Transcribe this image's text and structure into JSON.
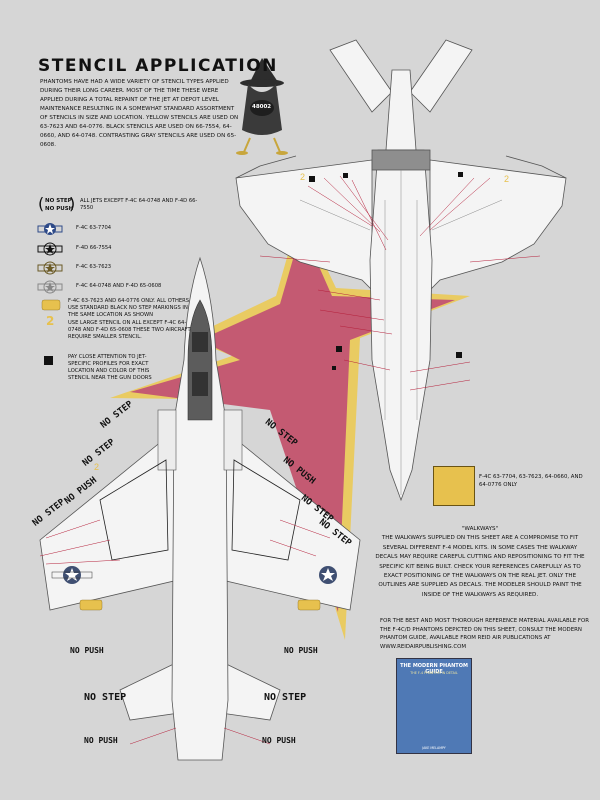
{
  "title": "STENCIL APPLICATION",
  "intro": "PHANTOMS HAVE HAD A WIDE VARIETY OF STENCIL TYPES APPLIED DURING THEIR LONG CAREER.  MOST OF THE TIME THESE WERE APPLIED DURING A TOTAL REPAINT OF THE JET AT DEPOT LEVEL MAINTENANCE RESULTING IN A SOMEWHAT STANDARD ASSORTMENT OF STENCILS IN SIZE AND LOCATION. YELLOW STENCILS ARE USED ON 63-7623 AND 64-0776. BLACK STENCILS ARE USED ON 66-7554, 64-0660, AND 64-0748. CONTRASTING GRAY STENCILS ARE USED ON 65-0608.",
  "mascot_badge": "48002",
  "legend": {
    "nostep_symbol_1": "NO STEP",
    "nostep_symbol_2": "NO PUSH",
    "nostep_text": "ALL JETS EXCEPT F-4C 64-0748 AND F-4D 66-7550",
    "insignia_1": "F-4C 63-7704",
    "insignia_2": "F-4D 66-7554",
    "insignia_3": "F-4C 63-7623",
    "insignia_4": "F-4C 64-0748 AND F-4D 65-0608",
    "walkway_note": "F-4C 63-7623 AND 64-0776 ONLY.  ALL OTHERS USE STANDARD BLACK NO STEP MARKINGS IN THE SAME LOCATION AS SHOWN",
    "number_symbol": "2",
    "large_stencil_note": "USE LARGE STENCIL ON ALL EXCEPT F-4C 64-0748 AND F-4D 65-0608 THESE TWO AIRCRAFT REQUIRE SMALLER STENCIL.",
    "square_note": "PAY CLOSE ATTENTION TO JET-SPECIFIC PROFILES FOR EXACT LOCATION AND COLOR OF THIS STENCIL NEAR THE GUN DOORS"
  },
  "callout_text": "F-4C 63-7704, 63-7623, 64-0660, AND 64-0776 ONLY",
  "walkways": {
    "title": "\"WALKWAYS\"",
    "body": "THE WALKWAYS SUPPLIED ON THIS SHEET ARE A COMPROMISE TO FIT SEVERAL DIFFERENT F-4 MODEL KITS.  IN SOME CASES THE WALKWAY DECALS MAY REQUIRE CAREFUL CUTTING AND REPOSITIONING TO FIT THE SPECIFIC KIT BEING BUILT.  CHECK YOUR REFERENCES CAREFULLY AS TO EXACT POSITIONING OF THE WALKWAYS ON THE REAL JET.  ONLY THE OUTLINES ARE SUPPLIED AS DECALS.  THE MODELER SHOULD PAINT THE INSIDE OF THE WALKWAYS AS REQUIRED."
  },
  "references": "FOR THE BEST AND MOST THOROUGH REFERENCE MATERIAL AVAILABLE FOR THE F-4C/D PHANTOMS DEPICTED ON THIS SHEET, CONSULT THE MODERN PHANTOM GUIDE, AVAILABLE FROM REID AIR PUBLICATIONS AT  WWW.REIDAIRPUBLISHING.COM",
  "book": {
    "title": "THE MODERN PHANTOM GUIDE",
    "subtitle": "THE F-4 PHANTOM IN DETAIL",
    "author": "JAKE MELAMPY"
  },
  "stencils": {
    "no_step": "NO STEP",
    "no_push": "NO PUSH"
  },
  "colors": {
    "background": "#d6d6d6",
    "star_red": "#c45a72",
    "star_yellow": "#e9cb62",
    "aircraft": "#f4f4f4",
    "leader_line": "#b51f3a"
  }
}
